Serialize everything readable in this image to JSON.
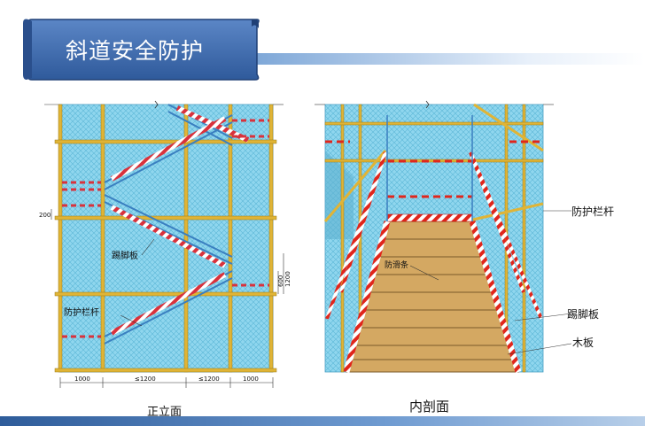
{
  "slide": {
    "title": "斜道安全防护"
  },
  "front_view": {
    "caption": "正立面",
    "labels": {
      "toe_board": "踢脚板",
      "guardrail": "防护栏杆"
    },
    "dimensions": {
      "bottom": [
        "1000",
        "≤1200",
        "≤1200",
        "1000"
      ],
      "left_200": "200",
      "right_600": "600",
      "right_1200": "1200"
    }
  },
  "section_view": {
    "caption": "内剖面",
    "labels": {
      "guardrail": "防护栏杆",
      "anti_slip": "防滑条",
      "toe_board": "踢脚板",
      "plank": "木板"
    }
  },
  "colors": {
    "mesh": "#8fd6ee",
    "pole": "#e0b436",
    "stripe_red": "#e0261c",
    "plank": "#d4a862",
    "banner": "#3f6cae"
  }
}
